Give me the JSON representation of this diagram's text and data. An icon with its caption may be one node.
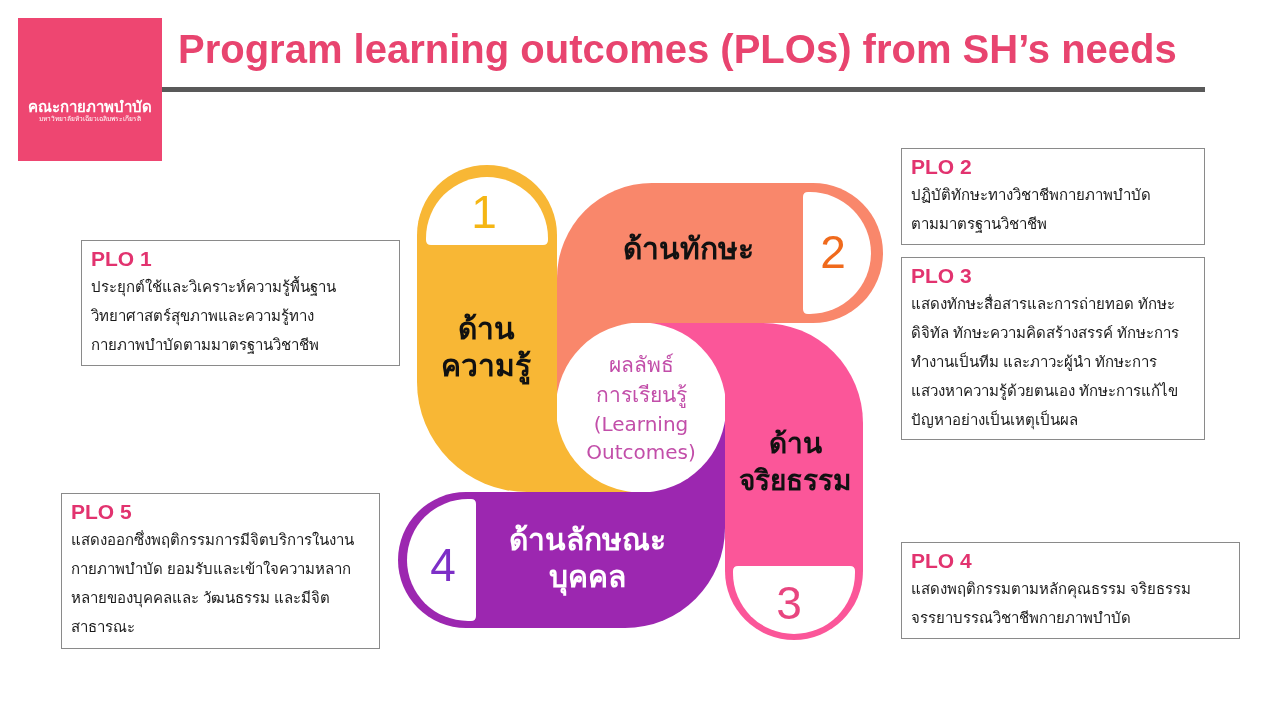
{
  "diagram": {
    "title": "Program learning outcomes (PLOs) from SH’s needs",
    "nodes": [
      {
        "text": [
          "คณะกายภาพบำบัด",
          "มหาวิทยาลัยหัวเฉียวเฉลิมพระเกียรติ"
        ]
      },
      {
        "text": [
          "1",
          "ด้านความรู้"
        ]
      },
      {
        "text": [
          "ด้านทักษะ",
          "2"
        ]
      },
      {
        "text": [
          "ด้านจริยธรรม",
          "3"
        ]
      },
      {
        "text": [
          "4",
          "ด้านลักษณะบุคคล"
        ]
      },
      {
        "text": [
          "ผลลัพธ์การเรียนรู้",
          "(Learning Outcomes)"
        ]
      },
      {
        "text": [
          "PLO 1",
          "ประยุกต์ใช้และวิเคราะห์ความรู้พื้นฐานวิทยาศาสตร์สุขภาพและความรู้ทางกายภาพบำบัดตามมาตรฐานวิชาชีพ"
        ]
      },
      {
        "text": [
          "PLO 2",
          "ปฏิบัติทักษะทางวิชาชีพกายภาพบำบัดตามมาตรฐานวิชาชีพ"
        ]
      },
      {
        "text": [
          "PLO 3",
          "แสดงทักษะสื่อสารและการถ่ายทอด ทักษะดิจิทัล ทักษะความคิดสร้างสรรค์ ทักษะการทำงานเป็นทีม และภาวะผู้นำ ทักษะการแสวงหาความรู้ด้วยตนเอง ทักษะการแก้ไขปัญหาอย่างเป็นเหตุเป็นผล"
        ]
      },
      {
        "text": [
          "PLO 4",
          "แสดงพฤติกรรมตามหลักคุณธรรม จริยธรรม จรรยาบรรณวิชาชีพกายภาพบำบัด"
        ]
      },
      {
        "text": [
          "PLO 5",
          "แสดงออกซึ่งพฤติกรรมการมีจิตบริการในงานกายภาพบำบัด ยอมรับและเข้าใจความหลากหลายของบุคคลและ วัฒนธรรม และมีจิตสาธารณะ"
        ]
      }
    ]
  }
}
